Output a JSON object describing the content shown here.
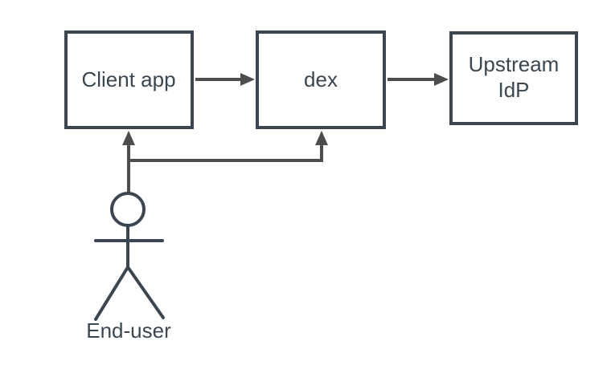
{
  "diagram": {
    "description": "Authentication flow diagram: End-user to Client app and dex, dex to Upstream IdP",
    "nodes": {
      "client_app": {
        "label": "Client app"
      },
      "dex": {
        "label": "dex"
      },
      "upstream_idp": {
        "label_line1": "Upstream",
        "label_line2": "IdP"
      },
      "end_user": {
        "label": "End-user"
      }
    },
    "edges": [
      {
        "from": "client_app",
        "to": "dex",
        "type": "arrow"
      },
      {
        "from": "dex",
        "to": "upstream_idp",
        "type": "arrow"
      },
      {
        "from": "end_user",
        "to": "client_app",
        "type": "arrow"
      },
      {
        "from": "end_user",
        "to": "dex",
        "type": "arrow"
      }
    ],
    "colors": {
      "node_stroke": "#3b4651",
      "node_fill": "#ffffff",
      "text": "#3b4651",
      "connector": "#4d4d4d",
      "background": "#ffffff"
    }
  }
}
